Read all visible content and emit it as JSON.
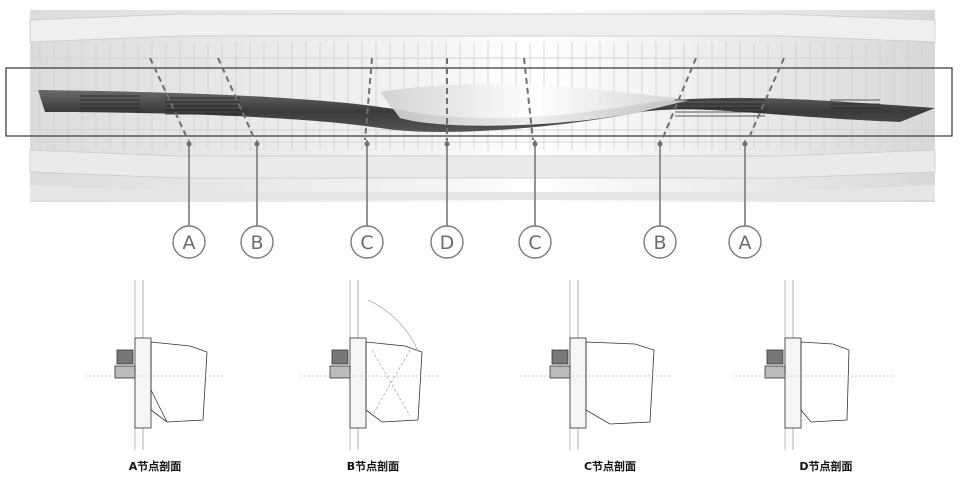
{
  "callouts": [
    "A",
    "B",
    "C",
    "D",
    "C",
    "B",
    "A"
  ],
  "sections": [
    {
      "caption": "A节点剖面"
    },
    {
      "caption": "B节点剖面"
    },
    {
      "caption": "C节点剖面"
    },
    {
      "caption": "D节点剖面"
    }
  ],
  "colors": {
    "band": "#4a4a4a",
    "glass": "#e4e4e4",
    "leader": "#7a7a7a",
    "frame": "#333333"
  }
}
